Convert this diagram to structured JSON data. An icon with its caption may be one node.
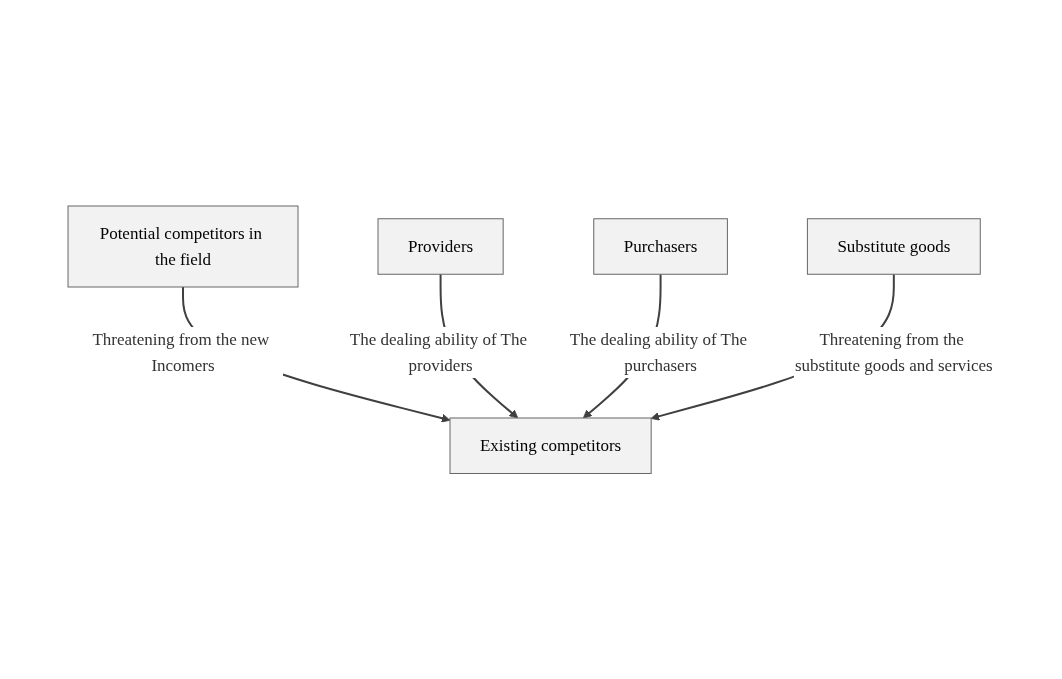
{
  "diagram": {
    "nodes": [
      {
        "text": [
          "Potential competitors in the field"
        ]
      },
      {
        "text": [
          "Providers"
        ]
      },
      {
        "text": [
          "Existing competitors"
        ]
      },
      {
        "text": [
          "Purchasers"
        ]
      },
      {
        "text": [
          "Substitute goods"
        ]
      }
    ],
    "edges": [
      {
        "from": 0,
        "to": 2,
        "arrow": "to",
        "label": "Threatening from the new Incomers"
      },
      {
        "from": 1,
        "to": 2,
        "arrow": "to",
        "label": "The dealing ability of The providers"
      },
      {
        "from": 3,
        "to": 2,
        "arrow": "to",
        "label": "The dealing ability of The purchasers"
      },
      {
        "from": 4,
        "to": 2,
        "arrow": "to",
        "label": "Threatening from the substitute goods and services"
      }
    ]
  }
}
